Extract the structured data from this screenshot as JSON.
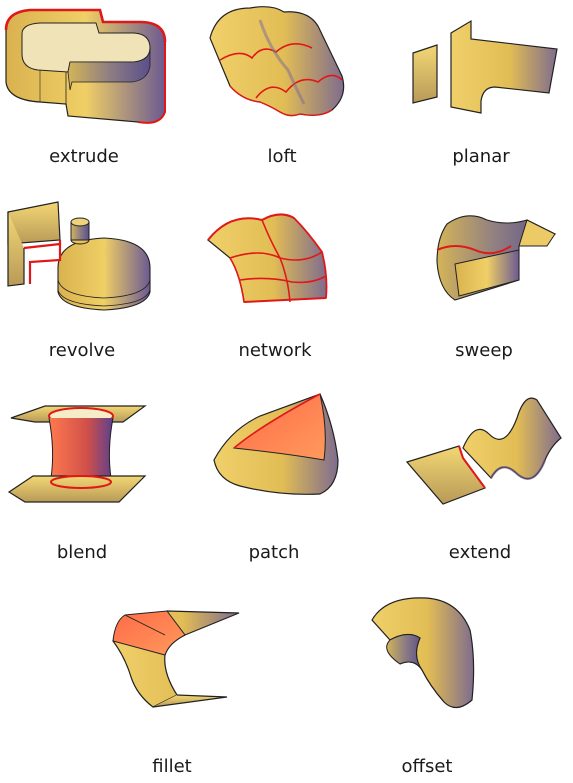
{
  "surfaces": [
    {
      "id": "extrude",
      "label": "extrude"
    },
    {
      "id": "loft",
      "label": "loft"
    },
    {
      "id": "planar",
      "label": "planar"
    },
    {
      "id": "revolve",
      "label": "revolve"
    },
    {
      "id": "network",
      "label": "network"
    },
    {
      "id": "sweep",
      "label": "sweep"
    },
    {
      "id": "blend",
      "label": "blend"
    },
    {
      "id": "patch",
      "label": "patch"
    },
    {
      "id": "extend",
      "label": "extend"
    },
    {
      "id": "fillet",
      "label": "fillet"
    },
    {
      "id": "offset",
      "label": "offset"
    }
  ],
  "colors": {
    "surface_gold": "#e8c35a",
    "surface_shadow": "#6b5a8a",
    "surface_warm": "#ff6e4a",
    "edge_red": "#e01818",
    "outline": "#222222"
  }
}
